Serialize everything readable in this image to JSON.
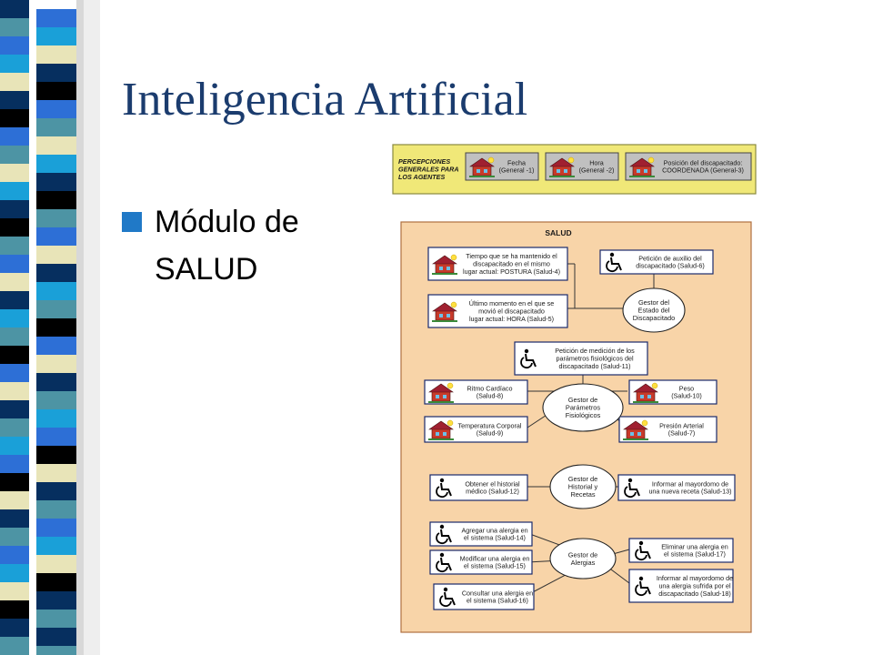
{
  "slide": {
    "title": "Inteligencia Artificial",
    "bullet_line1": "Módulo de",
    "bullet_line2": "SALUD"
  },
  "colors": {
    "title": "#1b3c6e",
    "bullet": "#2079c7",
    "perceptions_panel": "#f0e878",
    "salud_panel": "#f8d4a8",
    "chip": "#c0c0c0",
    "box_border": "#1a2a6c",
    "stripe_dark": "#062f5f",
    "stripe_blue": "#2d6fd6",
    "stripe_cream": "#e8e4b8",
    "stripe_teal": "#4d94a4",
    "stripe_black": "#000000",
    "stripe_sky": "#1aa0d8"
  },
  "perceptions": {
    "heading_lines": [
      "PERCEPCIONES",
      "GENERALES PARA",
      "LOS AGENTES"
    ],
    "items": [
      {
        "lines": [
          "Fecha",
          "(General -1)"
        ],
        "icon": "house-agent-icon"
      },
      {
        "lines": [
          "Hora",
          "(General -2)"
        ],
        "icon": "house-agent-icon"
      },
      {
        "lines": [
          "Posición del discapacitado:",
          "COORDENADA (General-3)"
        ],
        "icon": "house-agent-icon"
      }
    ]
  },
  "salud": {
    "title": "SALUD",
    "managers": [
      {
        "lines": [
          "Gestor del",
          "Estado del",
          "Discapacitado"
        ]
      },
      {
        "lines": [
          "Gestor de",
          "Parámetros",
          "Fisiológicos"
        ]
      },
      {
        "lines": [
          "Gestor de",
          "Historial y",
          "Recetas"
        ]
      },
      {
        "lines": [
          "Gestor de",
          "Alergias"
        ]
      }
    ],
    "boxes": [
      {
        "lines": [
          "Tiempo que se ha mantenido el",
          "discapacitado en el mismo",
          "lugar actual: POSTURA (Salud-4)"
        ],
        "icon": "house-agent-icon"
      },
      {
        "lines": [
          "Petición de auxilio del",
          "discapacitado  (Salud-6)"
        ],
        "icon": "wheelchair-icon"
      },
      {
        "lines": [
          "Último momento en el que se",
          "movió el discapacitado",
          "lugar actual: HORA (Salud-5)"
        ],
        "icon": "house-agent-icon"
      },
      {
        "lines": [
          "Petición de medición de los",
          "parámetros fisiológicos del",
          "discapacitado  (Salud-11)"
        ],
        "icon": "wheelchair-icon"
      },
      {
        "lines": [
          "Ritmo Cardíaco",
          "(Salud-8)"
        ],
        "icon": "house-agent-icon"
      },
      {
        "lines": [
          "Peso",
          "(Salud-10)"
        ],
        "icon": "house-agent-icon"
      },
      {
        "lines": [
          "Temperatura Corporal",
          "(Salud-9)"
        ],
        "icon": "house-agent-icon"
      },
      {
        "lines": [
          "Presión Arterial",
          "(Salud-7)"
        ],
        "icon": "house-agent-icon"
      },
      {
        "lines": [
          "Obtener el historial",
          "médico (Salud-12)"
        ],
        "icon": "wheelchair-icon"
      },
      {
        "lines": [
          "Informar al mayordomo de",
          "una nueva receta (Salud-13)"
        ],
        "icon": "wheelchair-icon"
      },
      {
        "lines": [
          "Agregar una alergia en",
          "el sistema (Salud-14)"
        ],
        "icon": "wheelchair-icon"
      },
      {
        "lines": [
          "Eliminar una alergia en",
          "el sistema (Salud-17)"
        ],
        "icon": "wheelchair-icon"
      },
      {
        "lines": [
          "Modificar una alergia en",
          "el sistema (Salud-15)"
        ],
        "icon": "wheelchair-icon"
      },
      {
        "lines": [
          "Informar al mayordomo de",
          "una alergia sufrida por el",
          "discapacitado (Salud-18)"
        ],
        "icon": "wheelchair-icon"
      },
      {
        "lines": [
          "Consultar una alergia en",
          "el sistema (Salud-16)"
        ],
        "icon": "wheelchair-icon"
      }
    ]
  }
}
